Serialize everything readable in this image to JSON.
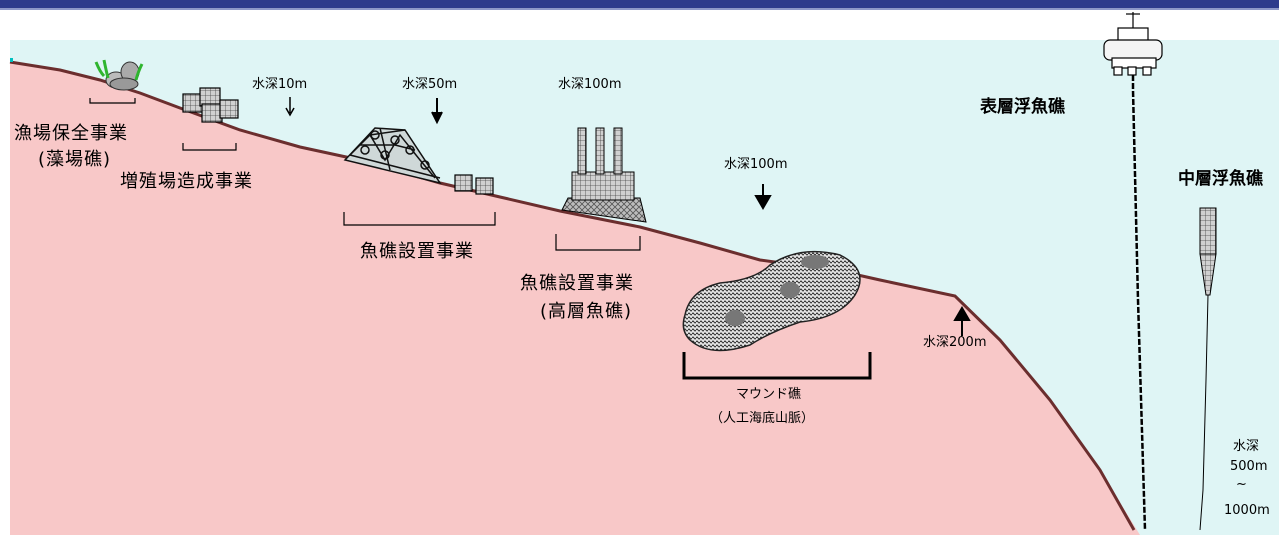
{
  "labels": {
    "fishing_ground_conservation": "漁場保全事業",
    "seaweed_reef": "(藻場礁)",
    "aquaculture_ground": "増殖場造成事業",
    "depth_10": "水深10m",
    "depth_50": "水深50m",
    "depth_100_top": "水深100m",
    "depth_100_mid": "水深100m",
    "reef_installation": "魚礁設置事業",
    "reef_installation_high": "魚礁設置事業",
    "high_rise_reef": "(高層魚礁)",
    "mound_reef": "マウンド礁",
    "artificial_seamount": "（人工海底山脈）",
    "depth_200": "水深200m",
    "surface_fad": "表層浮魚礁",
    "midwater_fad": "中層浮魚礁",
    "depth_500_a": "水深",
    "depth_500_b": "500m",
    "depth_500_c": "~",
    "depth_500_d": "1000m"
  },
  "colors": {
    "sea": "#dff5f5",
    "seabed": "#f8c8c8",
    "seabed_line": "#6b2e2e",
    "header": "#2e3b8c"
  }
}
